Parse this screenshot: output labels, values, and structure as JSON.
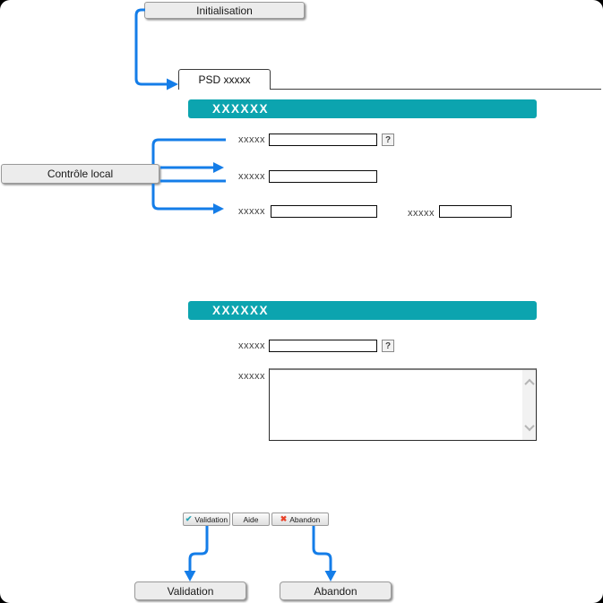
{
  "colors": {
    "arrow_blue": "#147de8",
    "section_teal": "#0ca4af",
    "check_teal": "#2aa5b5",
    "cross_red": "#e8432a",
    "node_gray": "#ececec"
  },
  "flow": {
    "init_node": "Initialisation",
    "control_node": "Contrôle local",
    "validation_node": "Validation",
    "abandon_node": "Abandon"
  },
  "window": {
    "tab_label": "PSD xxxxx",
    "help_glyph": "?",
    "sections": [
      {
        "title": "XXXXXX",
        "rows": [
          {
            "label": "xxxxx",
            "value": "",
            "has_help": true
          },
          {
            "label": "xxxxx",
            "value": ""
          },
          {
            "label": "xxxxx",
            "value": "",
            "label2": "xxxxx",
            "value2": ""
          }
        ]
      },
      {
        "title": "XXXXXX",
        "rows": [
          {
            "label": "xxxxx",
            "value": "",
            "has_help": true
          },
          {
            "label": "xxxxx",
            "value": "",
            "type": "textarea"
          }
        ]
      }
    ],
    "toolbar": [
      {
        "label": "Validation",
        "icon": "check-icon",
        "glyph": "✔"
      },
      {
        "label": "Aide"
      },
      {
        "label": "Abandon",
        "icon": "cross-icon",
        "glyph": "✖"
      }
    ]
  }
}
